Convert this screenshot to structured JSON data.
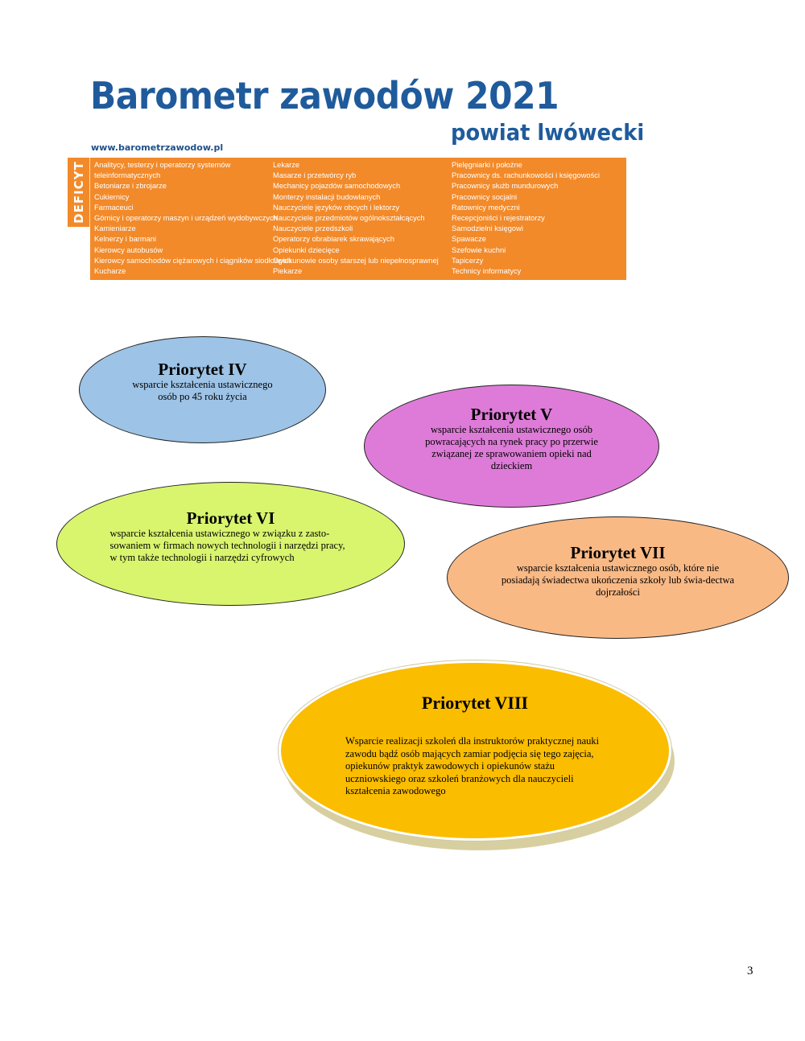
{
  "banner": {
    "title": "Barometr zawodów 2021",
    "subtitle": "powiat lwówecki",
    "url": "www.barometrzawodow.pl",
    "tab_label": "DEFICYT",
    "columns": [
      [
        "Analitycy, testerzy i operatorzy systemów",
        "teleinformatycznych",
        "Betoniarze i zbrojarze",
        "Cukiernicy",
        "Farmaceuci",
        "Górnicy i operatorzy maszyn i urządzeń wydobywczych",
        "Kamieniarze",
        "Kelnerzy i barmani",
        "Kierowcy autobusów",
        "Kierowcy samochodów ciężarowych i ciągników siodłowych",
        "Kucharze"
      ],
      [
        "Lekarze",
        "Masarze i przetwórcy ryb",
        "Mechanicy pojazdów samochodowych",
        "Monterzy instalacji budowlanych",
        "Nauczyciele języków obcych i lektorzy",
        "Nauczyciele przedmiotów ogólnokształcących",
        "Nauczyciele przedszkoli",
        "Operatorzy obrabiarek skrawających",
        "Opiekunki dziecięce",
        "Opiekunowie osoby starszej lub niepełnosprawnej",
        "Piekarze"
      ],
      [
        "Pielęgniarki i położne",
        "Pracownicy ds. rachunkowości i księgowości",
        "Pracownicy służb mundurowych",
        "Pracownicy socjalni",
        "Ratownicy medyczni",
        "Recepcjoniści i rejestratorzy",
        "Samodzielni księgowi",
        "Spawacze",
        "Szefowie kuchni",
        "Tapicerzy",
        "Technicy informatycy"
      ]
    ]
  },
  "priorities": {
    "iv": {
      "title": "Priorytet IV",
      "text": "wsparcie kształcenia ustawicznego osób po 45 roku życia"
    },
    "v": {
      "title": "Priorytet V",
      "text": "wsparcie kształcenia ustawicznego osób powracających na rynek pracy po przerwie związanej ze sprawowaniem opieki nad dzieckiem"
    },
    "vi": {
      "title": "Priorytet VI",
      "text": "wsparcie kształcenia ustawicznego w związku z zasto-sowaniem w firmach nowych technologii i narzędzi pracy, w tym także technologii i narzędzi cyfrowych"
    },
    "vii": {
      "title": "Priorytet VII",
      "text": "wsparcie kształcenia ustawicznego osób, które nie posiadają świadectwa ukończenia szkoły lub świa-dectwa dojrzałości"
    },
    "viii": {
      "title": "Priorytet VIII",
      "text": "Wsparcie realizacji szkoleń dla instruktorów praktycznej nauki zawodu bądź osób mających zamiar podjęcia się tego zajęcia, opiekunów praktyk zawodowych i opiekunów stażu uczniowskiego oraz szkoleń branżowych dla nauczycieli kształcenia zawodowego"
    }
  },
  "page_number": "3"
}
